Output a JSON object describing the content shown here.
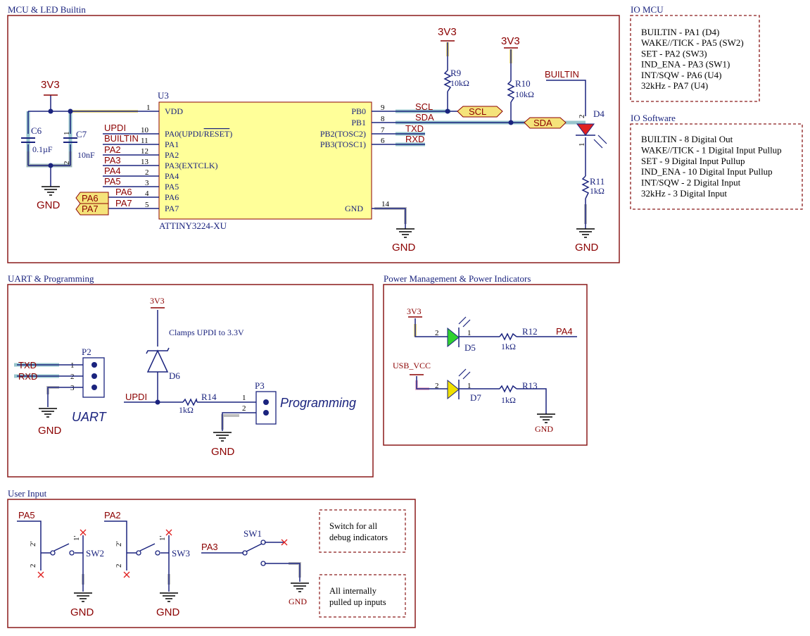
{
  "sheets": {
    "mcu": "MCU & LED Builtin",
    "uart": "UART & Programming",
    "power": "Power Management & Power Indicators",
    "input": "User Input",
    "io_mcu": "IO MCU",
    "io_sw": "IO Software"
  },
  "io_mcu_lines": [
    "BUILTIN - PA1 (D4)",
    "WAKE//TICK - PA5 (SW2)",
    "SET - PA2 (SW3)",
    "IND_ENA - PA3 (SW1)",
    "INT/SQW - PA6 (U4)",
    "32kHz - PA7 (U4)"
  ],
  "io_sw_lines": [
    "BUILTIN - 8 Digital Out",
    "WAKE//TICK - 1 Digital Input Pullup",
    "SET - 9 Digital Input Pullup",
    "IND_ENA - 10 Digital Input Pullup",
    "INT/SQW - 2 Digital Input",
    "32kHz - 3 Digital Input"
  ],
  "mcu": {
    "designator": "U3",
    "part": "ATTINY3224-XU",
    "vdd": "VDD",
    "gnd_pin": "GND",
    "left_pins": [
      {
        "num": "1",
        "name": "VDD"
      },
      {
        "num": "10",
        "name": "PA0(UPDI/RESET)",
        "net": "UPDI"
      },
      {
        "num": "11",
        "name": "PA1",
        "net": "BUILTIN"
      },
      {
        "num": "12",
        "name": "PA2",
        "net": "PA2"
      },
      {
        "num": "13",
        "name": "PA3(EXTCLK)",
        "net": "PA3"
      },
      {
        "num": "2",
        "name": "PA4",
        "net": "PA4"
      },
      {
        "num": "3",
        "name": "PA5",
        "net": "PA5"
      },
      {
        "num": "4",
        "name": "PA6",
        "net": "PA6"
      },
      {
        "num": "5",
        "name": "PA7",
        "net": "PA7"
      }
    ],
    "right_pins": [
      {
        "num": "9",
        "name": "PB0",
        "net": "SCL"
      },
      {
        "num": "8",
        "name": "PB1",
        "net": "SDA"
      },
      {
        "num": "7",
        "name": "PB2(TOSC2)",
        "net": "TXD"
      },
      {
        "num": "6",
        "name": "PB3(TOSC1)",
        "net": "RXD"
      }
    ],
    "gnd_num": "14"
  },
  "caps": [
    {
      "des": "C6",
      "val": "0.1µF"
    },
    {
      "des": "C7",
      "val": "10nF"
    }
  ],
  "resistors": {
    "r9": {
      "des": "R9",
      "val": "10kΩ"
    },
    "r10": {
      "des": "R10",
      "val": "10kΩ"
    },
    "r11": {
      "des": "R11",
      "val": "1kΩ"
    },
    "r12": {
      "des": "R12",
      "val": "1kΩ"
    },
    "r13": {
      "des": "R13",
      "val": "1kΩ"
    },
    "r14": {
      "des": "R14",
      "val": "1kΩ"
    }
  },
  "ports": {
    "pa6": "PA6",
    "pa7": "PA7",
    "scl": "SCL",
    "sda": "SDA"
  },
  "nets": {
    "v33": "3V3",
    "gnd": "GND",
    "builtin": "BUILTIN",
    "scl": "SCL",
    "sda": "SDA",
    "txd": "TXD",
    "rxd": "RXD",
    "updi": "UPDI",
    "pa2": "PA2",
    "pa3": "PA3",
    "pa4": "PA4",
    "pa5": "PA5",
    "usb_vcc": "USB_VCC"
  },
  "leds": {
    "d4": "D4",
    "d5": "D5",
    "d7": "D7"
  },
  "uart": {
    "p2": "P2",
    "p3": "P3",
    "d6": "D6",
    "clamp_note": "Clamps UPDI to 3.3V",
    "uart_label": "UART",
    "prog_label": "Programming"
  },
  "switches": {
    "sw1": "SW1",
    "sw2": "SW2",
    "sw3": "SW3"
  },
  "notes": {
    "n1a": "Switch for all",
    "n1b": "debug indicators",
    "n2a": "All internally",
    "n2b": "pulled up inputs"
  },
  "colors": {
    "frame": "#8b1a1a",
    "wire": "#1a237e",
    "power": "#8b0000",
    "highlight": "#7fb8c0",
    "component_fill": "#ffff99",
    "led_green": "#2fd22f",
    "led_yellow": "#f0e000",
    "led_red": "#e02020"
  }
}
